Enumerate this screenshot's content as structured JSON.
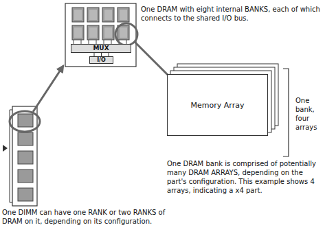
{
  "diagram": {
    "nodes": [
      {
        "text": [
          "MUX"
        ]
      },
      {
        "text": [
          "I/O"
        ]
      },
      {
        "text": [
          "Memory Array"
        ]
      }
    ],
    "edges": [
      {
        "from": 0,
        "to": 1,
        "arrow": "none"
      }
    ],
    "labels": [
      "One DRAM with eight internal BANKS, each of which connects to the shared I/O bus.",
      "One bank, four arrays",
      "One DRAM bank is comprised of potentially many DRAM ARRAYS, depending on the part's configuration. This example shows 4 arrays, indicating a x4 part.",
      "One DIMM can have one RANK or two RANKS of DRAM on it, depending on its configuration."
    ]
  }
}
